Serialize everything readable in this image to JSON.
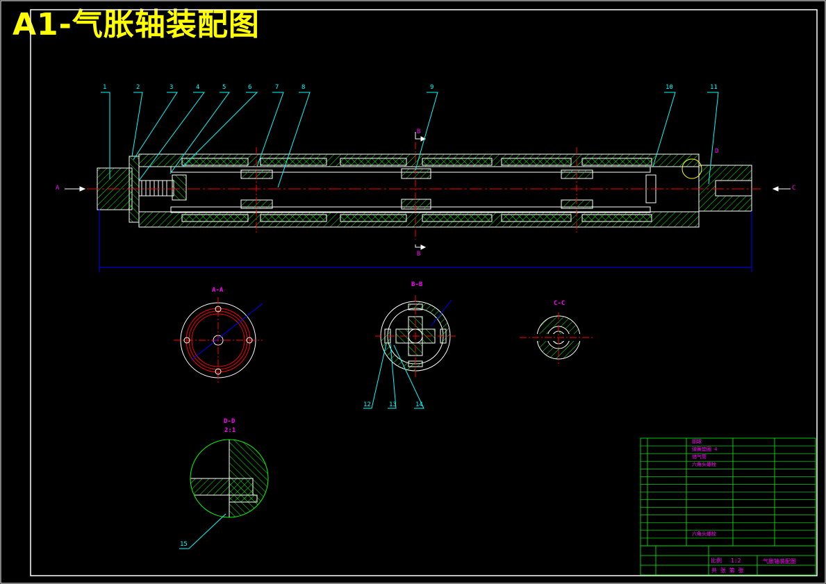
{
  "title": "A1-气胀轴装配图",
  "balloons": [
    "1",
    "2",
    "3",
    "4",
    "5",
    "6",
    "7",
    "8",
    "9",
    "10",
    "11",
    "12",
    "13",
    "14",
    "15"
  ],
  "section_labels": {
    "aa": "A-A",
    "bb": "B-B",
    "cc": "C-C",
    "dd": "D-D",
    "dd_scale": "2:1"
  },
  "view_markers": {
    "a": "A",
    "b_top": "B",
    "b_bottom": "B",
    "c": "C",
    "d": "D"
  },
  "title_block": {
    "parts": [
      {
        "name": "钢球"
      },
      {
        "name": "弹簧垫圈 4"
      },
      {
        "name": "储气筒"
      },
      {
        "name": "六角头螺栓"
      },
      {
        "name": ""
      },
      {
        "name": ""
      },
      {
        "name": ""
      },
      {
        "name": ""
      },
      {
        "name": ""
      },
      {
        "name": ""
      },
      {
        "name": ""
      },
      {
        "name": ""
      },
      {
        "name": "六角头螺栓"
      },
      {
        "name": ""
      }
    ],
    "scale_label": "比例",
    "scale_value": "1:2",
    "drawing_name": "气胀轴装配图",
    "sheet_text": "共  张 第  张"
  },
  "colors": {
    "border": "#ffffff",
    "title": "#ffff00",
    "outline": "#ffffff",
    "hatch": "#00ff00",
    "leader": "#00ffff",
    "label": "#ff00ff",
    "centerline": "#ff0000",
    "dimension": "#0000ff",
    "table_line": "#00ff00",
    "table_text": "#ff00ff"
  }
}
